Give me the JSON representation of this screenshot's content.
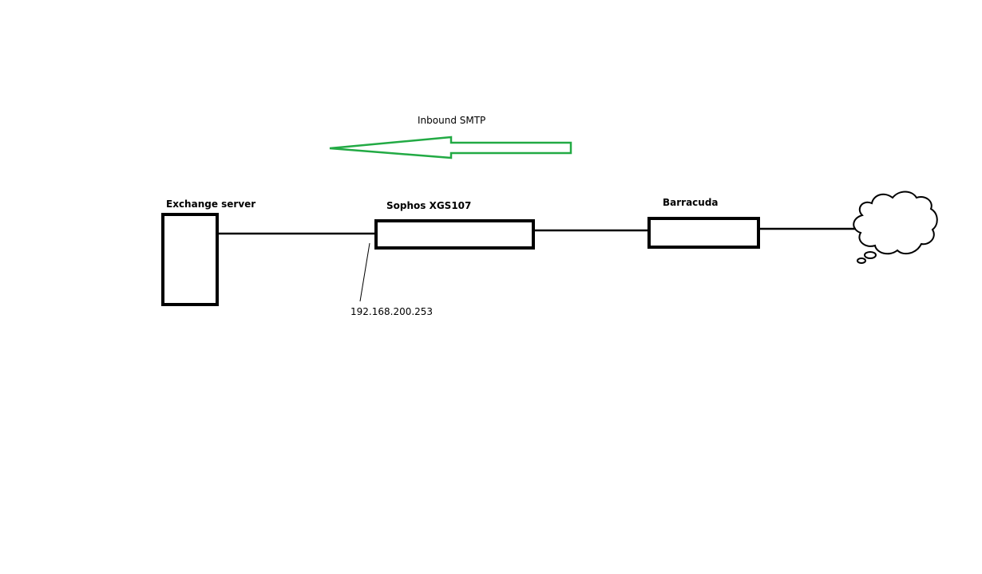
{
  "flow": {
    "label": "Inbound SMTP",
    "arrow_color": "#22aa44"
  },
  "nodes": {
    "exchange": {
      "label": "Exchange server"
    },
    "sophos": {
      "label": "Sophos XGS107"
    },
    "barracuda": {
      "label": "Barracuda"
    },
    "internet": {
      "icon": "cloud-icon"
    }
  },
  "annotations": {
    "ip_address": "192.168.200.253"
  },
  "colors": {
    "stroke": "#000000",
    "background": "#ffffff"
  }
}
